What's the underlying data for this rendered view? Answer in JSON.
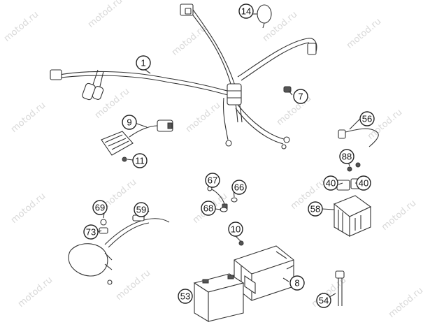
{
  "watermark": "motod.ru",
  "callouts": [
    "1",
    "7",
    "8",
    "9",
    "10",
    "11",
    "14",
    "40",
    "40",
    "53",
    "54",
    "56",
    "58",
    "59",
    "66",
    "67",
    "68",
    "69",
    "73",
    "88"
  ],
  "colors": {
    "ink": "#333333",
    "watermark": "#d9d9d9",
    "background": "#ffffff"
  }
}
